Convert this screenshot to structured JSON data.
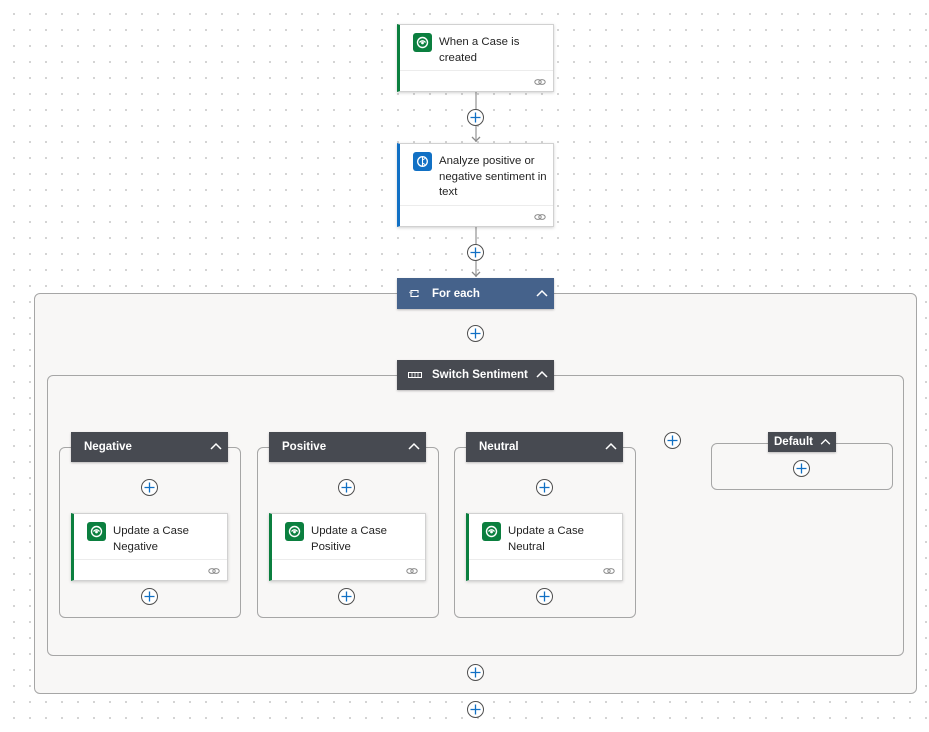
{
  "flow": {
    "trigger": {
      "title": "When a Case is created",
      "icon": "dataverse-icon",
      "link_icon": "link-icon"
    },
    "analyze": {
      "title": "Analyze positive or negative sentiment in text",
      "icon": "ai-builder-icon",
      "link_icon": "link-icon"
    },
    "foreach": {
      "label": "For each",
      "icon": "loop-icon"
    },
    "switch": {
      "label": "Switch Sentiment",
      "icon": "switch-icon"
    },
    "cases": [
      {
        "label": "Negative",
        "action_title": "Update a Case Negative"
      },
      {
        "label": "Positive",
        "action_title": "Update a Case Positive"
      },
      {
        "label": "Neutral",
        "action_title": "Update a Case Neutral"
      }
    ],
    "default": {
      "label": "Default"
    }
  },
  "colors": {
    "scope_header": "#45628b",
    "case_header": "#474a51",
    "dataverse_green": "#0b7f3f",
    "ai_blue": "#1170c4",
    "connector_line": "#a8a8a8"
  }
}
